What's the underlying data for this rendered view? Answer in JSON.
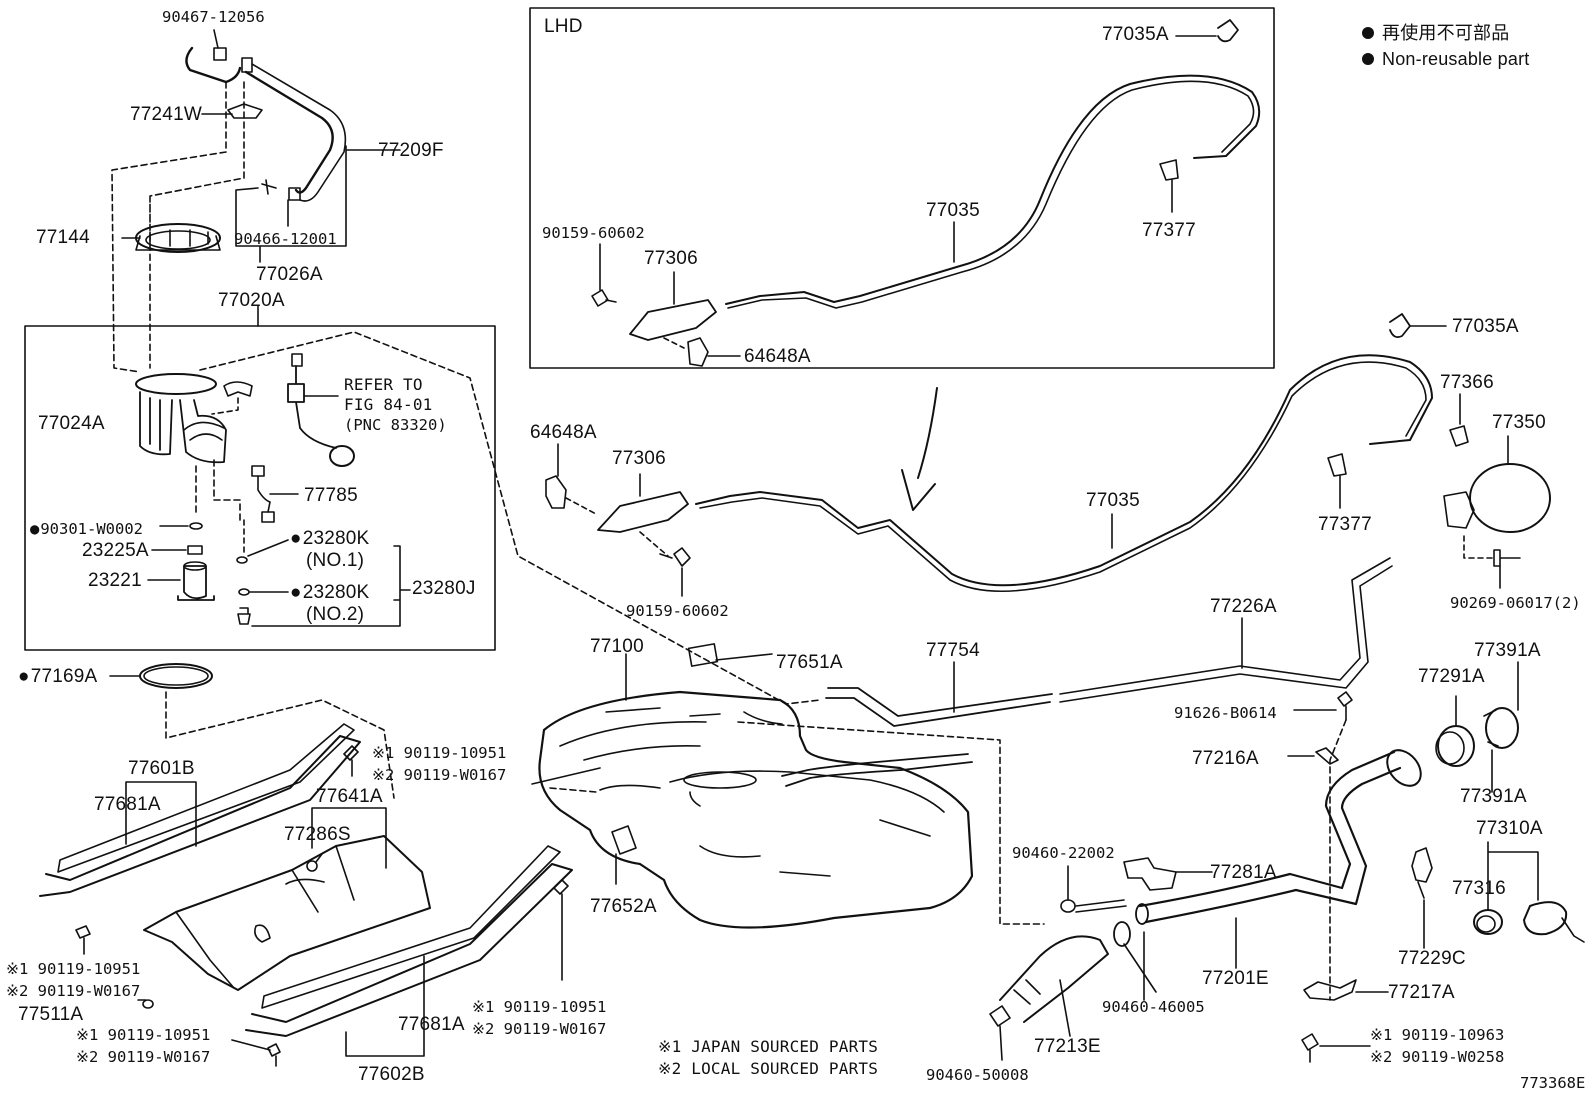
{
  "legend": {
    "line1": "再使用不可部品",
    "line2": "Non-reusable part"
  },
  "lhd": {
    "title": "LHD"
  },
  "refer": {
    "line1": "REFER TO",
    "line2": "FIG 84-01",
    "line3": "(PNC 83320)"
  },
  "notes": {
    "n1": "※1 JAPAN SOURCED PARTS",
    "n2": "※2 LOCAL SOURCED PARTS"
  },
  "figure_number": "773368E",
  "parts": {
    "p9046712056": "90467-12056",
    "p77241W": "77241W",
    "p77209F": "77209F",
    "p77144": "77144",
    "p9046612001": "90466-12001",
    "p77026A": "77026A",
    "p77020A": "77020A",
    "p77024A": "77024A",
    "p77785": "77785",
    "p90301W0002": "90301-W0002",
    "p23225A": "23225A",
    "p23221": "23221",
    "p23280K1": "23280K",
    "p23280K1no": "(NO.1)",
    "p23280K2": "23280K",
    "p23280K2no": "(NO.2)",
    "p23280J": "23280J",
    "p77169A": "77169A",
    "p77601B": "77601B",
    "p77681A_a": "77681A",
    "p77641A": "77641A",
    "p77286S": "77286S",
    "p1_9011910951_a": "※1 90119-10951",
    "p2_90119W0167_a": "※2 90119-W0167",
    "p1_9011910951_b": "※1 90119-10951",
    "p2_90119W0167_b": "※2 90119-W0167",
    "p77511A": "77511A",
    "p1_9011910951_c": "※1 90119-10951",
    "p2_90119W0167_c": "※2 90119-W0167",
    "p1_9011910951_d": "※1 90119-10951",
    "p2_90119W0167_d": "※2 90119-W0167",
    "p77681A_b": "77681A",
    "p77602B": "77602B",
    "p77652A": "77652A",
    "p77100": "77100",
    "p77651A": "77651A",
    "p64648A_a": "64648A",
    "p77306_a": "77306",
    "p9015960602_a": "90159-60602",
    "p77035A_a": "77035A",
    "p77035_a": "77035",
    "p77377_a": "77377",
    "p9015960602_lhd": "90159-60602",
    "p77306_lhd": "77306",
    "p64648A_lhd": "64648A",
    "p77035A_b": "77035A",
    "p77366": "77366",
    "p77350": "77350",
    "p77035_b": "77035",
    "p77377_b": "77377",
    "p9026906017": "90269-06017(2)",
    "p77754": "77754",
    "p77226A": "77226A",
    "p91626B0614": "91626-B0614",
    "p77216A": "77216A",
    "p77291A": "77291A",
    "p77391A_a": "77391A",
    "p77391A_b": "77391A",
    "p77310A": "77310A",
    "p77316": "77316",
    "p77229C": "77229C",
    "p9046022002": "90460-22002",
    "p77281A": "77281A",
    "p77201E": "77201E",
    "p9046046005": "90460-46005",
    "p77213E": "77213E",
    "p9046050008": "90460-50008",
    "p77217A": "77217A",
    "p1_9011910963": "※1 90119-10963",
    "p2_90119W0258": "※2 90119-W0258"
  }
}
